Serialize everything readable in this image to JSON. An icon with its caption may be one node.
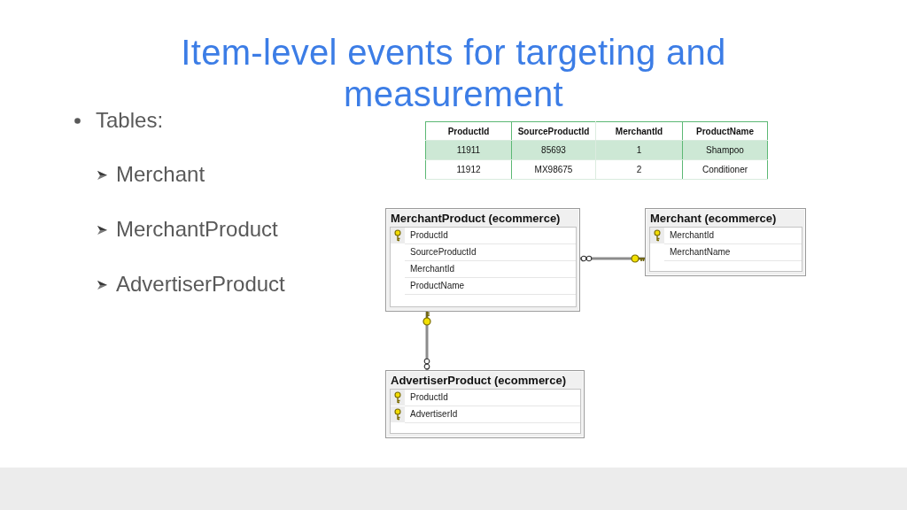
{
  "diagram": {
    "title": "Item-level events for targeting and measurement",
    "nodes": [
      {
        "text": [
          "MerchantProduct (ecommerce)",
          "ProductId",
          "SourceProductId",
          "MerchantId",
          "ProductName"
        ]
      },
      {
        "text": [
          "Merchant (ecommerce)",
          "MerchantId",
          "MerchantName"
        ]
      },
      {
        "text": [
          "AdvertiserProduct (ecommerce)",
          "ProductId",
          "AdvertiserId"
        ]
      }
    ],
    "edges": [
      {
        "from": 1,
        "to": 0,
        "arrow": "other"
      },
      {
        "from": 0,
        "to": 2,
        "arrow": "other"
      }
    ],
    "labels": [
      "Tables:",
      "Merchant",
      "MerchantProduct",
      "AdvertiserProduct",
      "ProductId",
      "SourceProductId",
      "MerchantId",
      "ProductName",
      "11911",
      "85693",
      "1",
      "Shampoo",
      "11912",
      "MX98675",
      "2",
      "Conditioner"
    ]
  }
}
